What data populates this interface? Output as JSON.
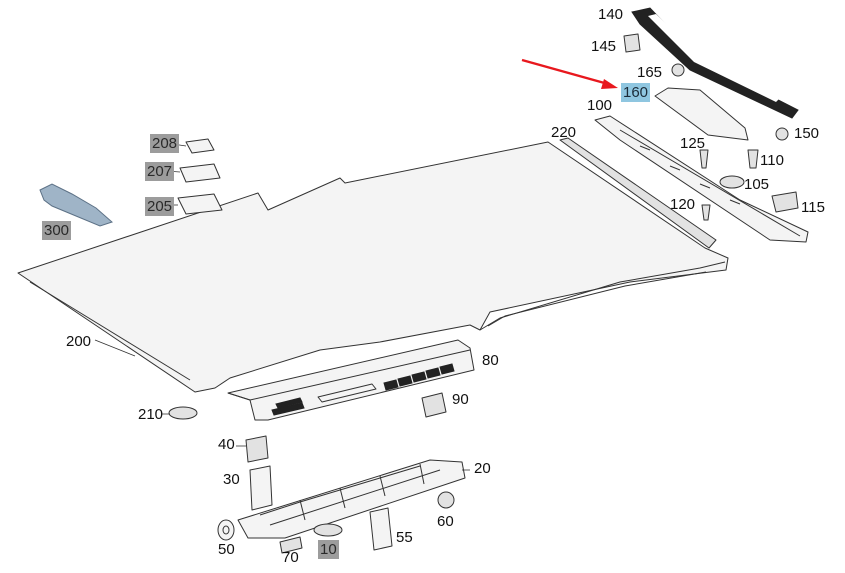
{
  "diagram": {
    "highlight_arrow_color": "#e8181e",
    "labels": {
      "p10": "10",
      "p20": "20",
      "p30": "30",
      "p40": "40",
      "p50": "50",
      "p55": "55",
      "p60": "60",
      "p70": "70",
      "p80": "80",
      "p90": "90",
      "p100": "100",
      "p105": "105",
      "p110": "110",
      "p115": "115",
      "p120": "120",
      "p125": "125",
      "p140": "140",
      "p145": "145",
      "p150": "150",
      "p160": "160",
      "p165": "165",
      "p200": "200",
      "p205": "205",
      "p207": "207",
      "p208": "208",
      "p210": "210",
      "p220": "220",
      "p300": "300"
    }
  }
}
